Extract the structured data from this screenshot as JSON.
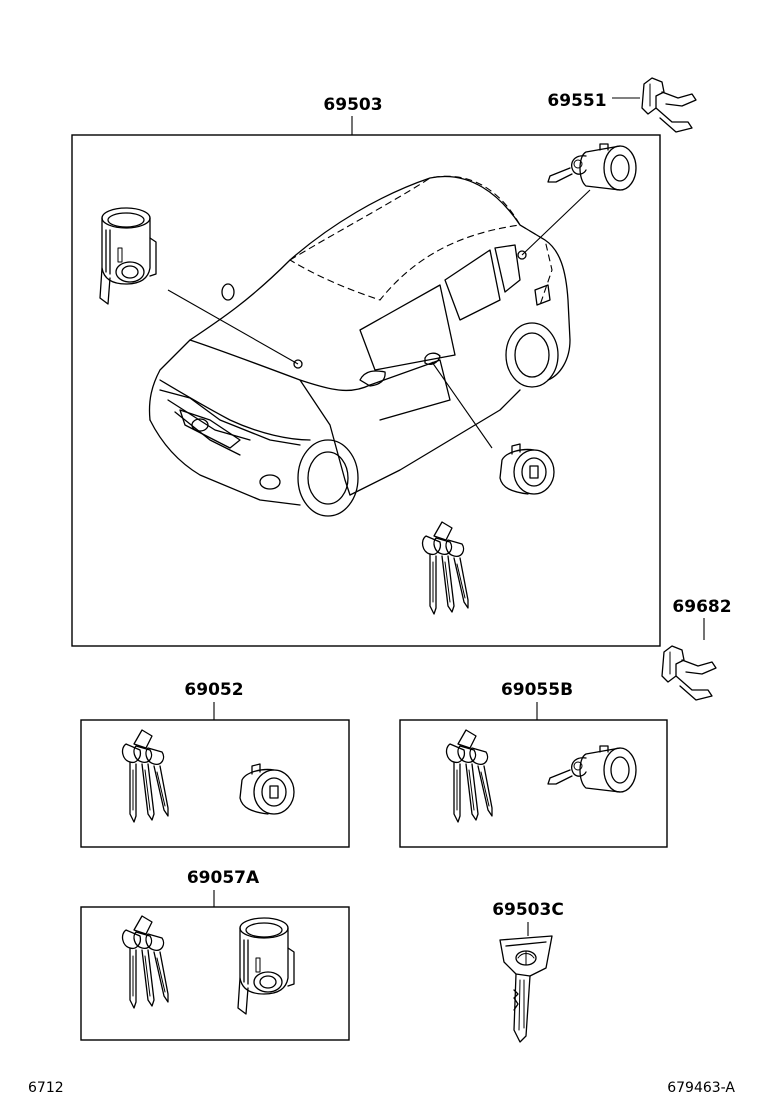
{
  "diagram": {
    "parts": {
      "p69503": "69503",
      "p69551": "69551",
      "p69682": "69682",
      "p69052": "69052",
      "p69055b": "69055B",
      "p69057a": "69057A",
      "p69503c": "69503C"
    },
    "footer": {
      "left_code": "6712",
      "right_code": "679463-A"
    },
    "icons": {
      "car": "car-outline-icon",
      "key": "key-icon",
      "cylinder": "lock-cylinder-icon",
      "clip": "retainer-clip-icon"
    }
  }
}
